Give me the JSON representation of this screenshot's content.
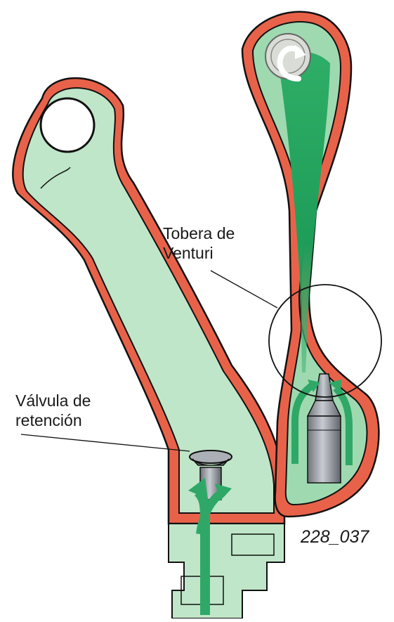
{
  "labels": {
    "venturi_line1": "Tobera de",
    "venturi_line2": "Venturi",
    "valve_line1": "Válvula de",
    "valve_line2": "retención",
    "figure_code": "228_037"
  },
  "colors": {
    "housing_outline": "#e8624a",
    "fluid_light": "#a6dcb5",
    "fluid_dark": "#1f9a57",
    "arrow_green": "#2fa867",
    "nozzle_gray": "#8a8f96",
    "outline_black": "#111111"
  }
}
